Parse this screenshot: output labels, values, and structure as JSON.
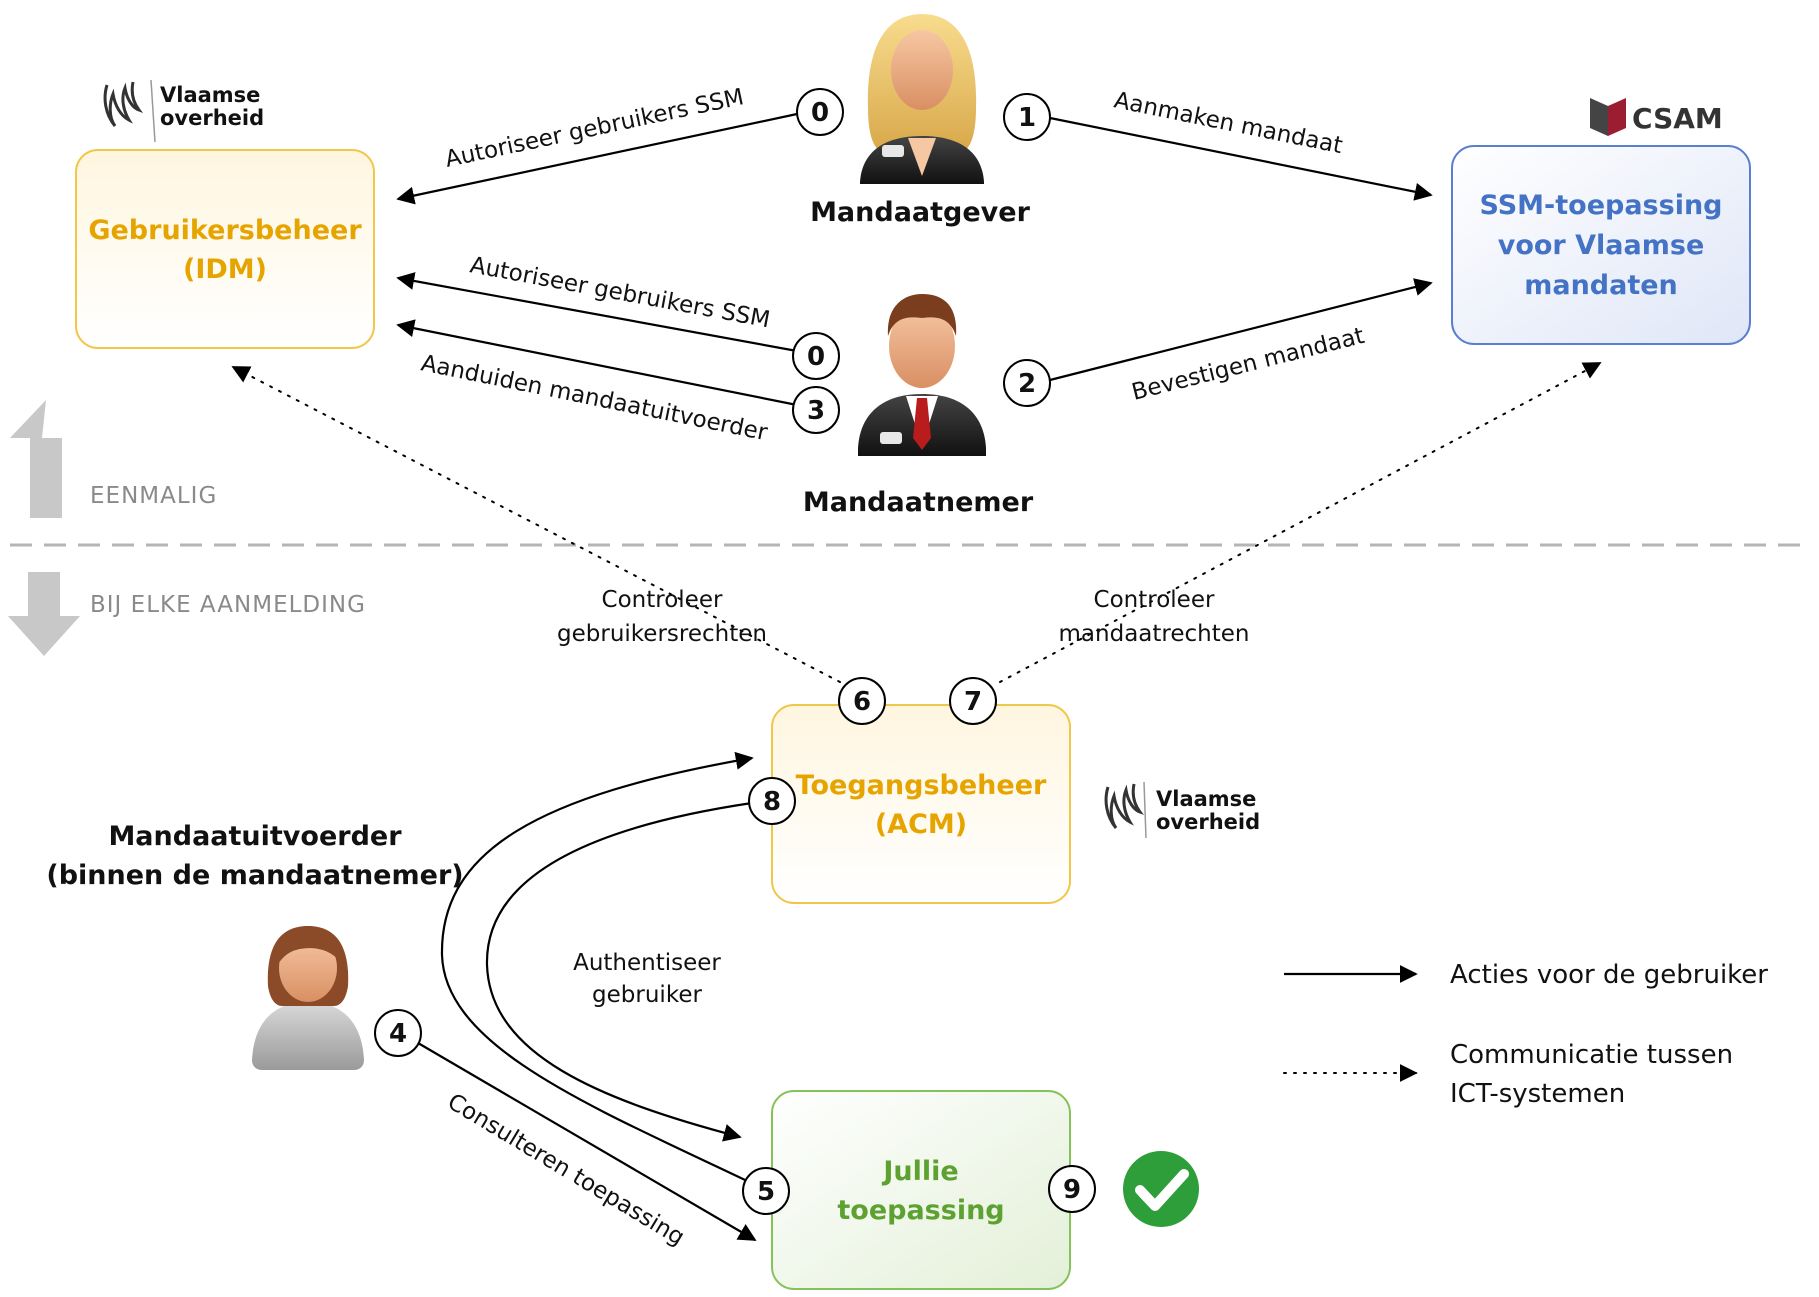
{
  "logos": {
    "vlaamse_overheid_top": {
      "line1": "Vlaamse",
      "line2": "overheid"
    },
    "vlaamse_overheid_mid": {
      "line1": "Vlaamse",
      "line2": "overheid"
    },
    "csam": "CSAM"
  },
  "boxes": {
    "gebruikersbeheer": {
      "line1": "Gebruikersbeheer",
      "line2": "(IDM)",
      "color": "#e6a400"
    },
    "ssm": {
      "line1": "SSM-toepassing",
      "line2": "voor Vlaamse",
      "line3": "mandaten",
      "color": "#4472c4"
    },
    "toegangsbeheer": {
      "line1": "Toegangsbeheer",
      "line2": "(ACM)",
      "color": "#e6a400"
    },
    "jullie": {
      "line1": "Jullie",
      "line2": "toepassing",
      "color": "#5da130"
    }
  },
  "people": {
    "mandaatgever": "Mandaatgever",
    "mandaatnemer": "Mandaatnemer",
    "mandaatuitvoerder_line1": "Mandaatuitvoerder",
    "mandaatuitvoerder_line2": "(binnen de mandaatnemer)"
  },
  "arrows": {
    "autoriseer_top": "Autoriseer gebruikers SSM",
    "aanmaken": "Aanmaken mandaat",
    "autoriseer_mid": "Autoriseer gebruikers SSM",
    "aanduiden": "Aanduiden mandaatuitvoerder",
    "bevestigen": "Bevestigen mandaat",
    "controleer_gebruikers_line1": "Controleer",
    "controleer_gebruikers_line2": "gebruikersrechten",
    "controleer_mandaat_line1": "Controleer",
    "controleer_mandaat_line2": "mandaatrechten",
    "authenticeer_line1": "Authentiseer",
    "authenticeer_line2": "gebruiker",
    "consulteren": "Consulteren toepassing"
  },
  "steps": {
    "s0a": "0",
    "s1": "1",
    "s0b": "0",
    "s3": "3",
    "s2": "2",
    "s6": "6",
    "s7": "7",
    "s8": "8",
    "s4": "4",
    "s5": "5",
    "s9": "9"
  },
  "phases": {
    "eenmalig": "EENMALIG",
    "bij_elke": "BIJ ELKE AANMELDING"
  },
  "legend": {
    "acties": "Acties voor de gebruiker",
    "communicatie_line1": "Communicatie tussen",
    "communicatie_line2": "ICT-systemen"
  },
  "icons": [
    "vlaamse-leeuw-icon",
    "csam-logo-icon",
    "businesswoman-icon",
    "businessman-icon",
    "woman-user-icon",
    "checkmark-icon",
    "up-arrow-icon",
    "down-arrow-icon"
  ]
}
